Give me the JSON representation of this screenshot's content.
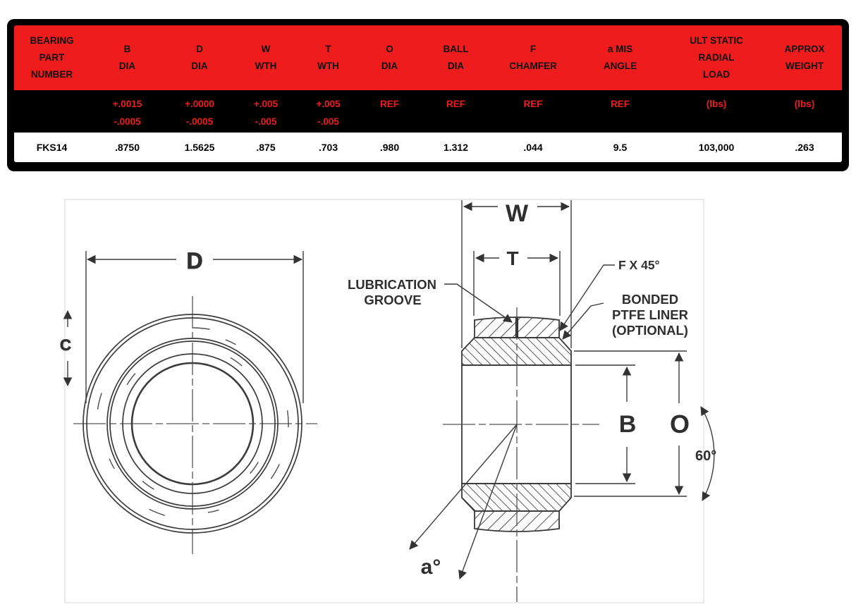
{
  "table": {
    "headers": [
      {
        "l1": "BEARING",
        "l2": "PART",
        "l3": "NUMBER"
      },
      {
        "l1": "B",
        "l2": "DIA"
      },
      {
        "l1": "D",
        "l2": "DIA"
      },
      {
        "l1": "W",
        "l2": "WTH"
      },
      {
        "l1": "T",
        "l2": "WTH"
      },
      {
        "l1": "O",
        "l2": "DIA"
      },
      {
        "l1": "BALL",
        "l2": "DIA"
      },
      {
        "l1": "F",
        "l2": "CHAMFER"
      },
      {
        "l1": "a MIS",
        "l2": "ANGLE"
      },
      {
        "l1": "ULT STATIC",
        "l2": "RADIAL",
        "l3": "LOAD"
      },
      {
        "l1": "APPROX",
        "l2": "WEIGHT"
      }
    ],
    "tolerances": [
      {
        "l1": "",
        "l2": ""
      },
      {
        "l1": "+.0015",
        "l2": "-.0005"
      },
      {
        "l1": "+.0000",
        "l2": "-.0005"
      },
      {
        "l1": "+.005",
        "l2": "-.005"
      },
      {
        "l1": "+.005",
        "l2": "-.005"
      },
      {
        "l1": "REF",
        "l2": ""
      },
      {
        "l1": "REF",
        "l2": ""
      },
      {
        "l1": "REF",
        "l2": ""
      },
      {
        "l1": "REF",
        "l2": ""
      },
      {
        "l1": "(lbs)",
        "l2": ""
      },
      {
        "l1": "(lbs)",
        "l2": ""
      }
    ],
    "values": [
      "FKS14",
      ".8750",
      "1.5625",
      ".875",
      ".703",
      ".980",
      "1.312",
      ".044",
      "9.5",
      "103,000",
      ".263"
    ]
  },
  "drawing": {
    "front_view": {
      "dim_d": "D",
      "dim_c": "C"
    },
    "section_view": {
      "dim_w": "W",
      "dim_t": "T",
      "dim_b": "B",
      "dim_o": "O",
      "angle_a": "a°",
      "arc_angle": "60°",
      "chamfer_note": "F X 45°",
      "lube_line1": "LUBRICATION",
      "lube_line2": "GROOVE",
      "liner_line1": "BONDED",
      "liner_line2": "PTFE LINER",
      "liner_line3": "(OPTIONAL)"
    }
  },
  "colors": {
    "header_red": "#ee1c1c",
    "tolerance_red": "#ee1c1c",
    "table_border": "#000000",
    "line_gray": "#3c3c3c"
  }
}
